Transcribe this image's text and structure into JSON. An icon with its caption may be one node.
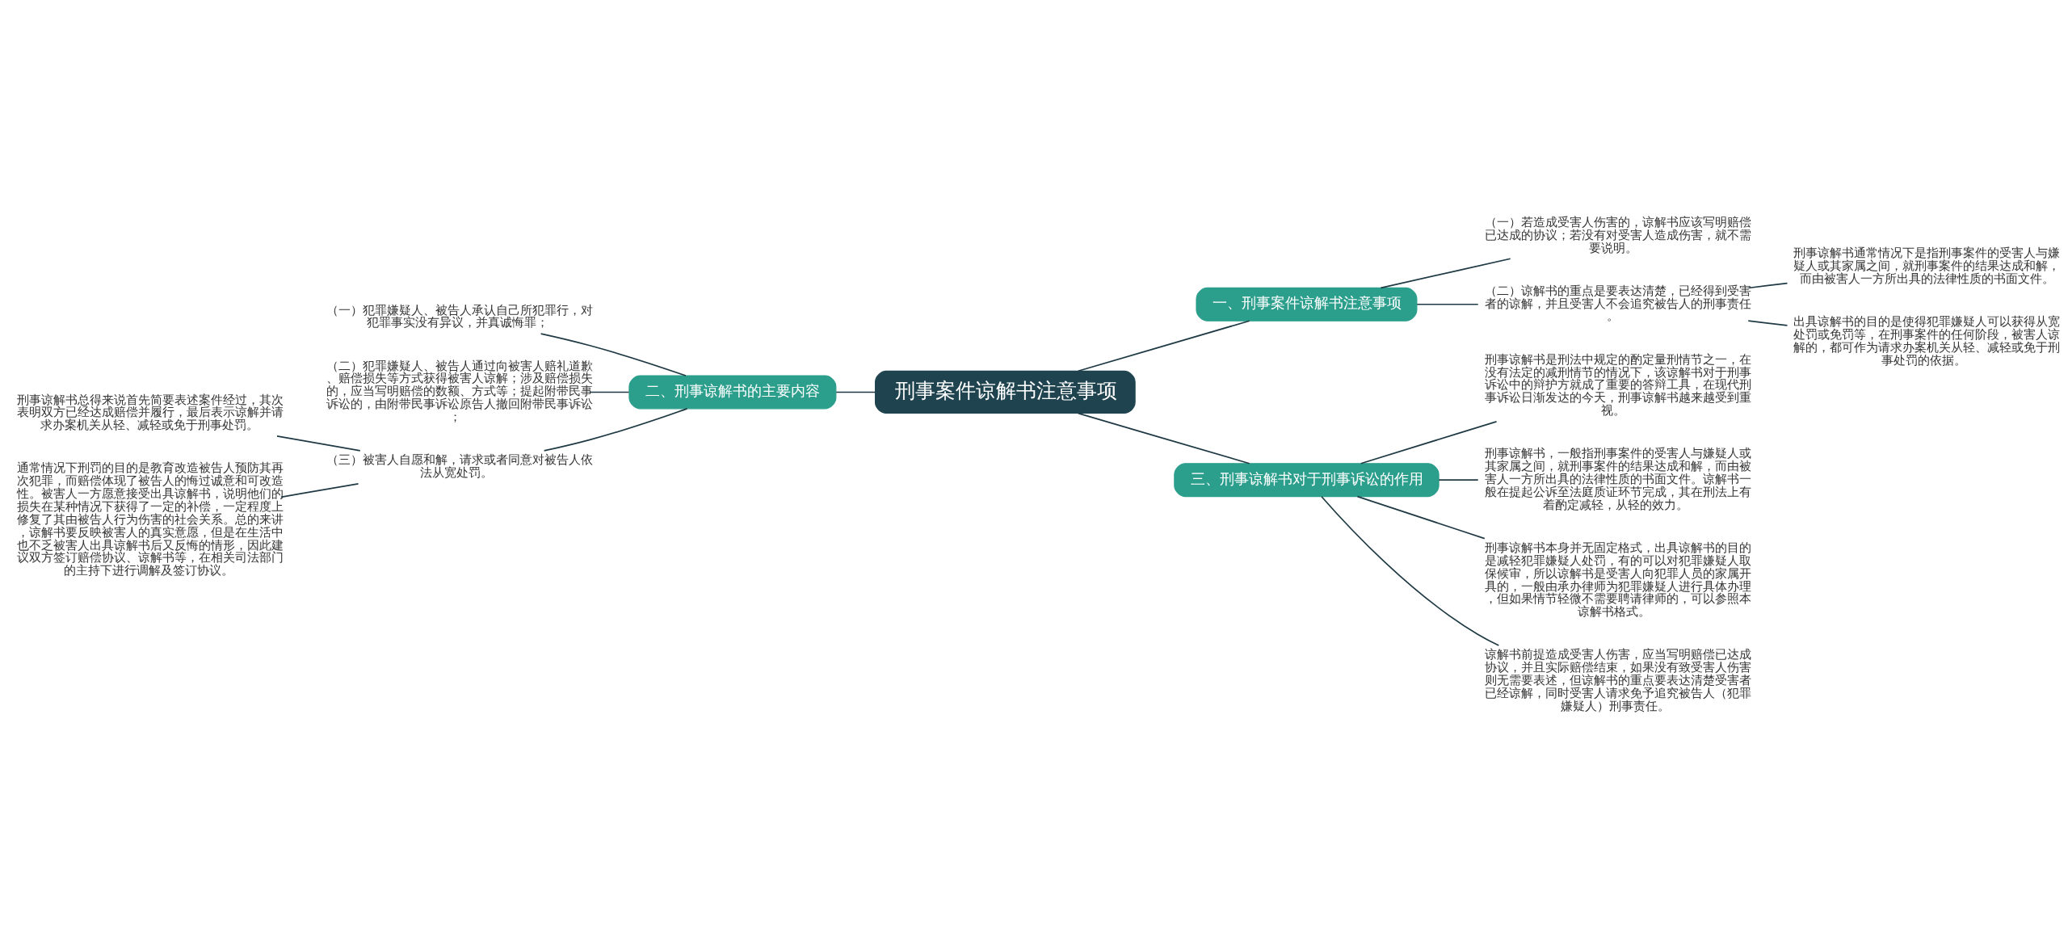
{
  "diagram": {
    "nodes": [
      {
        "text": [
          "刑事案件谅解书注意事项"
        ]
      },
      {
        "text": [
          "一、刑事案件谅解书注意事项"
        ]
      },
      {
        "text": [
          "（一）若造成受害人伤害的，谅解书应该写明赔偿已达成的协议；若没有对受害人造成伤害，就不需要说明。"
        ]
      },
      {
        "text": [
          "（二）谅解书的重点是要表达清楚，已经得到受害者的谅解，并且受害人不会追究被告人的刑事责任。"
        ]
      },
      {
        "text": [
          "刑事谅解书通常情况下是指刑事案件的受害人与嫌疑人或其家属之间，就刑事案件的结果达成和解，而由被害人一方所出具的法律性质的书面文件。"
        ]
      },
      {
        "text": [
          "出具谅解书的目的是使得犯罪嫌疑人可以获得从宽处罚或免罚等，在刑事案件的任何阶段，被害人谅解的，都可作为请求办案机关从轻、减轻或免于刑事处罚的依据。"
        ]
      },
      {
        "text": [
          "二、刑事谅解书的主要内容"
        ]
      },
      {
        "text": [
          "（一）犯罪嫌疑人、被告人承认自己所犯罪行，对犯罪事实没有异议，并真诚悔罪；"
        ]
      },
      {
        "text": [
          "（二）犯罪嫌疑人、被告人通过向被害人赔礼道歉、赔偿损失等方式获得被害人谅解；涉及赔偿损失的，应当写明赔偿的数额、方式等；提起附带民事诉讼的，由附带民事诉讼原告人撤回附带民事诉讼；"
        ]
      },
      {
        "text": [
          "（三）被害人自愿和解，请求或者同意对被告人依法从宽处罚。"
        ]
      },
      {
        "text": [
          "刑事谅解书总得来说首先简要表述案件经过，其次表明双方已经达成赔偿并履行，最后表示谅解并请求办案机关从轻、减轻或免于刑事处罚。"
        ]
      },
      {
        "text": [
          "通常情况下刑罚的目的是教育改造被告人预防其再次犯罪，而赔偿体现了被告人的悔过诚意和可改造性。被害人一方愿意接受出具谅解书，说明他们的损失在某种情况下获得了一定的补偿，一定程度上修复了其由被告人行为伤害的社会关系。总的来讲，谅解书要反映被害人的真实意愿，但是在生活中也不乏被害人出具谅解书后又反悔的情形，因此建议双方签订赔偿协议、谅解书等，在相关司法部门的主持下进行调解及签订协议。"
        ]
      },
      {
        "text": [
          "三、刑事谅解书对于刑事诉讼的作用"
        ]
      },
      {
        "text": [
          "刑事谅解书是刑法中规定的酌定量刑情节之一，在没有法定的减刑情节的情况下，该谅解书对于刑事诉讼中的辩护方就成了重要的答辩工具，在现代刑事诉讼日渐发达的今天，刑事谅解书越来越受到重视。"
        ]
      },
      {
        "text": [
          "刑事谅解书，一般指刑事案件的受害人与嫌疑人或其家属之间，就刑事案件的结果达成和解，而由被害人一方所出具的法律性质的书面文件。谅解书一般在提起公诉至法庭质证环节完成，其在刑法上有着酌定减轻，从轻的效力。"
        ]
      },
      {
        "text": [
          "刑事谅解书本身并无固定格式，出具谅解书的目的是减轻犯罪嫌疑人处罚，有的可以对犯罪嫌疑人取保候审，所以谅解书是受害人向犯罪人员的家属开具的，一般由承办律师为犯罪嫌疑人进行具体办理，但如果情节轻微不需要聘请律师的，可以参照本谅解书格式。"
        ]
      },
      {
        "text": [
          "谅解书前提造成受害人伤害，应当写明赔偿已达成协议，并且实际赔偿结束，如果没有致受害人伤害则无需要表述，但谅解书的重点要表达清楚受害者已经谅解，同时受害人请求免予追究被告人（犯罪嫌疑人）刑事责任。"
        ]
      }
    ],
    "edges": [
      {
        "from": 0,
        "to": 1,
        "arrow": "none"
      },
      {
        "from": 1,
        "to": 2,
        "arrow": "none"
      },
      {
        "from": 1,
        "to": 3,
        "arrow": "none"
      },
      {
        "from": 3,
        "to": 4,
        "arrow": "none"
      },
      {
        "from": 3,
        "to": 5,
        "arrow": "none"
      },
      {
        "from": 0,
        "to": 6,
        "arrow": "none"
      },
      {
        "from": 6,
        "to": 7,
        "arrow": "none"
      },
      {
        "from": 6,
        "to": 8,
        "arrow": "none"
      },
      {
        "from": 6,
        "to": 9,
        "arrow": "none"
      },
      {
        "from": 9,
        "to": 10,
        "arrow": "none"
      },
      {
        "from": 9,
        "to": 11,
        "arrow": "none"
      },
      {
        "from": 0,
        "to": 12,
        "arrow": "none"
      },
      {
        "from": 12,
        "to": 13,
        "arrow": "none"
      },
      {
        "from": 12,
        "to": 14,
        "arrow": "none"
      },
      {
        "from": 12,
        "to": 15,
        "arrow": "none"
      },
      {
        "from": 12,
        "to": 16,
        "arrow": "none"
      }
    ]
  }
}
